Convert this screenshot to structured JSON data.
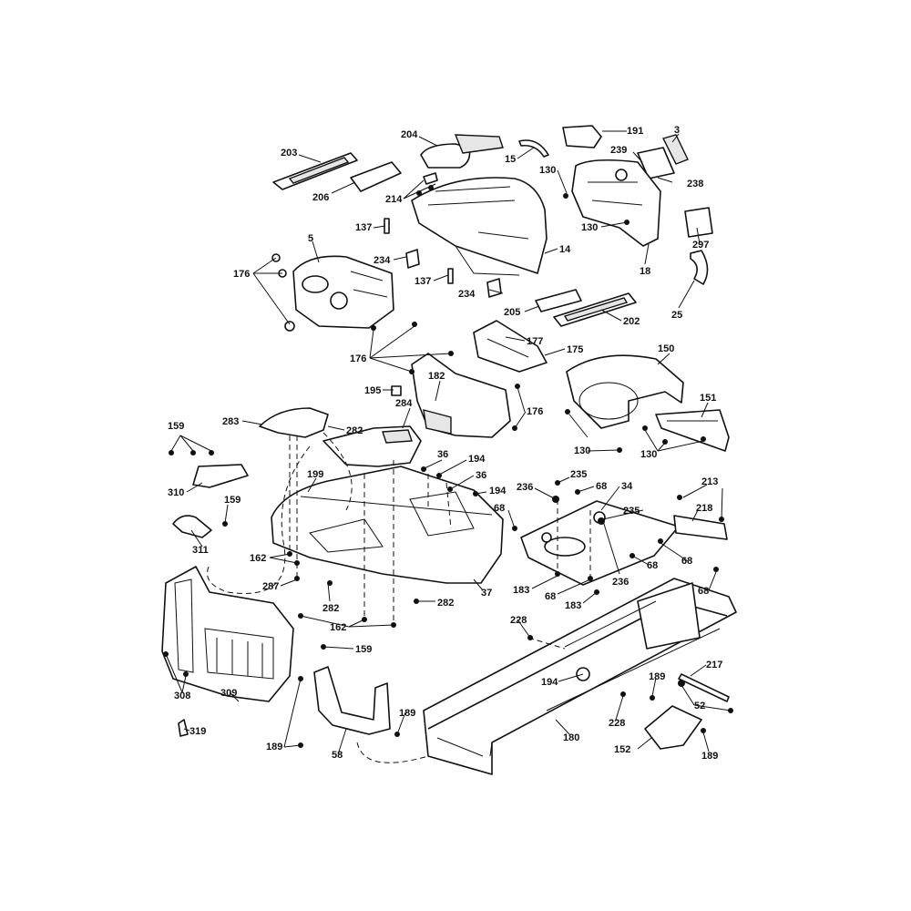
{
  "diagram": {
    "callouts": [
      {
        "id": "203",
        "text": "203"
      },
      {
        "id": "204",
        "text": "204"
      },
      {
        "id": "15",
        "text": "15"
      },
      {
        "id": "191",
        "text": "191"
      },
      {
        "id": "3",
        "text": "3"
      },
      {
        "id": "239",
        "text": "239"
      },
      {
        "id": "130a",
        "text": "130"
      },
      {
        "id": "238",
        "text": "238"
      },
      {
        "id": "206",
        "text": "206"
      },
      {
        "id": "214",
        "text": "214"
      },
      {
        "id": "137a",
        "text": "137"
      },
      {
        "id": "130b",
        "text": "130"
      },
      {
        "id": "297",
        "text": "297"
      },
      {
        "id": "5",
        "text": "5"
      },
      {
        "id": "234a",
        "text": "234"
      },
      {
        "id": "14",
        "text": "14"
      },
      {
        "id": "18",
        "text": "18"
      },
      {
        "id": "176a",
        "text": "176"
      },
      {
        "id": "137b",
        "text": "137"
      },
      {
        "id": "234b",
        "text": "234"
      },
      {
        "id": "25",
        "text": "25"
      },
      {
        "id": "205",
        "text": "205"
      },
      {
        "id": "202",
        "text": "202"
      },
      {
        "id": "177",
        "text": "177"
      },
      {
        "id": "175",
        "text": "175"
      },
      {
        "id": "176b",
        "text": "176"
      },
      {
        "id": "150",
        "text": "150"
      },
      {
        "id": "182",
        "text": "182"
      },
      {
        "id": "195",
        "text": "195"
      },
      {
        "id": "176c",
        "text": "176"
      },
      {
        "id": "151",
        "text": "151"
      },
      {
        "id": "284",
        "text": "284"
      },
      {
        "id": "283",
        "text": "283"
      },
      {
        "id": "282a",
        "text": "282"
      },
      {
        "id": "159a",
        "text": "159"
      },
      {
        "id": "130c",
        "text": "130"
      },
      {
        "id": "130d",
        "text": "130"
      },
      {
        "id": "36a",
        "text": "36"
      },
      {
        "id": "194a",
        "text": "194"
      },
      {
        "id": "36b",
        "text": "36"
      },
      {
        "id": "199",
        "text": "199"
      },
      {
        "id": "235a",
        "text": "235"
      },
      {
        "id": "194b",
        "text": "194"
      },
      {
        "id": "236a",
        "text": "236"
      },
      {
        "id": "68a",
        "text": "68"
      },
      {
        "id": "34",
        "text": "34"
      },
      {
        "id": "213",
        "text": "213"
      },
      {
        "id": "310",
        "text": "310"
      },
      {
        "id": "159b",
        "text": "159"
      },
      {
        "id": "68b",
        "text": "68"
      },
      {
        "id": "235b",
        "text": "235"
      },
      {
        "id": "218",
        "text": "218"
      },
      {
        "id": "311",
        "text": "311"
      },
      {
        "id": "162a",
        "text": "162"
      },
      {
        "id": "68c",
        "text": "68"
      },
      {
        "id": "68d",
        "text": "68"
      },
      {
        "id": "287",
        "text": "287"
      },
      {
        "id": "236b",
        "text": "236"
      },
      {
        "id": "183a",
        "text": "183"
      },
      {
        "id": "68e",
        "text": "68"
      },
      {
        "id": "37",
        "text": "37"
      },
      {
        "id": "68f",
        "text": "68"
      },
      {
        "id": "282b",
        "text": "282"
      },
      {
        "id": "183b",
        "text": "183"
      },
      {
        "id": "282c",
        "text": "282"
      },
      {
        "id": "162b",
        "text": "162"
      },
      {
        "id": "228a",
        "text": "228"
      },
      {
        "id": "159c",
        "text": "159"
      },
      {
        "id": "217",
        "text": "217"
      },
      {
        "id": "308",
        "text": "308"
      },
      {
        "id": "194c",
        "text": "194"
      },
      {
        "id": "189a",
        "text": "189"
      },
      {
        "id": "309",
        "text": "309"
      },
      {
        "id": "52",
        "text": "52"
      },
      {
        "id": "189b",
        "text": "189"
      },
      {
        "id": "228b",
        "text": "228"
      },
      {
        "id": "319",
        "text": "319"
      },
      {
        "id": "180",
        "text": "180"
      },
      {
        "id": "189c",
        "text": "189"
      },
      {
        "id": "58",
        "text": "58"
      },
      {
        "id": "152",
        "text": "152"
      },
      {
        "id": "189d",
        "text": "189"
      }
    ]
  }
}
